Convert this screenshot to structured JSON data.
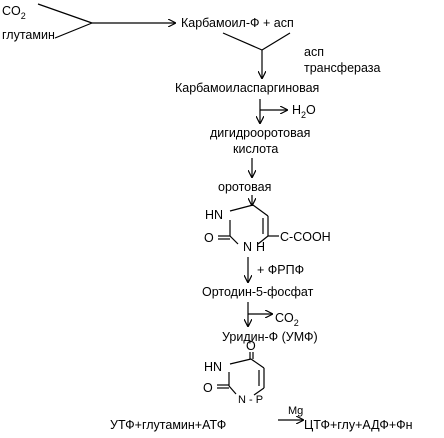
{
  "diagram": {
    "co2_top": "CO",
    "co2_top_sub": "2",
    "glutamine": "глутамин",
    "carbamoyl_asp": "Карбамоил-Ф + асп",
    "enzyme_line1": "асп",
    "enzyme_line2": "трансфераза",
    "carbamoylaspartic": "Карбамоиласпаргиновая",
    "water_h": "H",
    "water_sub": "2",
    "water_o": "O",
    "dihydroorotic_1": "дигидрооротовая",
    "dihydroorotic_2": "кислота",
    "orotic": "оротовая",
    "ring1_nh_top": "HN",
    "ring1_o_left": "O",
    "ring1_n_bottom": "N",
    "ring1_h_bottom": "H",
    "ring1_cooh": "C-COOH",
    "frpf": "+ ФРПФ",
    "ortodin": "Ортодин-5-фосфат",
    "co2_mid": "CO",
    "co2_mid_sub": "2",
    "uridin": "Уридин-Ф (УМФ)",
    "ring2_o_top": "O",
    "ring2_nh_top": "HN",
    "ring2_o_left": "O",
    "ring2_n_p": "N - P",
    "mg": "Mg",
    "final_left": "УТФ+глутамин+АТФ",
    "final_right": "ЦТФ+глу+АДФ+Фн"
  }
}
